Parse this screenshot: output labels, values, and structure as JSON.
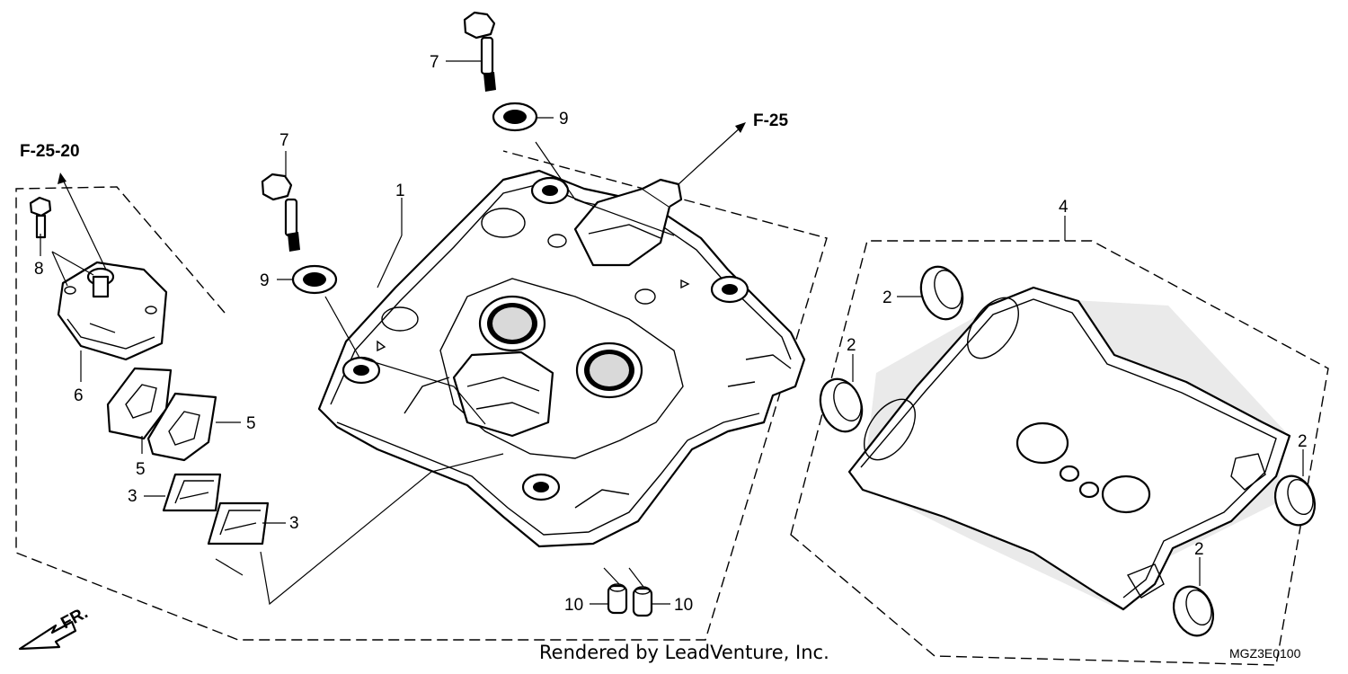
{
  "refs": {
    "breather": "F-25-20",
    "sensor": "F-25",
    "front": "FR."
  },
  "callouts": {
    "c1": "1",
    "c2a": "2",
    "c2b": "2",
    "c2c": "2",
    "c2d": "2",
    "c3a": "3",
    "c3b": "3",
    "c4": "4",
    "c5a": "5",
    "c5b": "5",
    "c6": "6",
    "c7a": "7",
    "c7b": "7",
    "c8": "8",
    "c9a": "9",
    "c9b": "9",
    "c10a": "10",
    "c10b": "10"
  },
  "footer": {
    "credit": "Rendered by LeadVenture, Inc.",
    "diagram_code": "MGZ3E0100"
  },
  "icons": {
    "front_arrow": "front-direction-arrow"
  }
}
